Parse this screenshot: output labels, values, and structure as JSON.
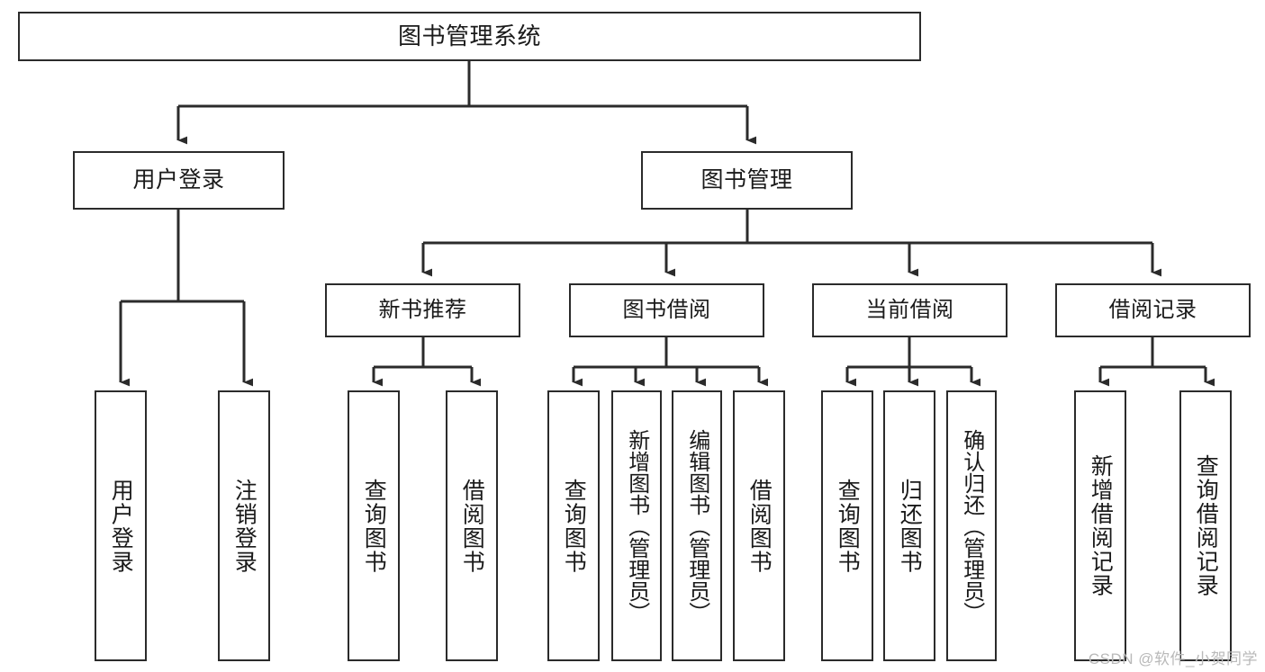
{
  "diagram": {
    "title": "图书管理系统",
    "type": "tree-hierarchy-chart",
    "watermark": "CSDN @软件_小贺同学",
    "colors": {
      "box_border": "#2b2b2b",
      "box_fill": "#ffffff",
      "connector": "#2b2b2b",
      "text": "#1a1a1a",
      "watermark": "#b9b9b9",
      "background": "#ffffff"
    }
  },
  "root": {
    "label": "图书管理系统"
  },
  "level1": [
    {
      "label": "用户登录"
    },
    {
      "label": "图书管理"
    }
  ],
  "level2": [
    {
      "label": "新书推荐"
    },
    {
      "label": "图书借阅"
    },
    {
      "label": "当前借阅"
    },
    {
      "label": "借阅记录"
    }
  ],
  "leaves": {
    "user_login": [
      {
        "label": "用户登录"
      },
      {
        "label": "注销登录"
      }
    ],
    "new_book_recommend": [
      {
        "label": "查询图书"
      },
      {
        "label": "借阅图书"
      }
    ],
    "book_borrow": [
      {
        "label": "查询图书"
      },
      {
        "label": "新增图书（管理员）"
      },
      {
        "label": "编辑图书（管理员）"
      },
      {
        "label": "借阅图书"
      }
    ],
    "current_borrow": [
      {
        "label": "查询图书"
      },
      {
        "label": "归还图书"
      },
      {
        "label": "确认归还（管理员）"
      }
    ],
    "borrow_record": [
      {
        "label": "新增借阅记录"
      },
      {
        "label": "查询借阅记录"
      }
    ]
  }
}
